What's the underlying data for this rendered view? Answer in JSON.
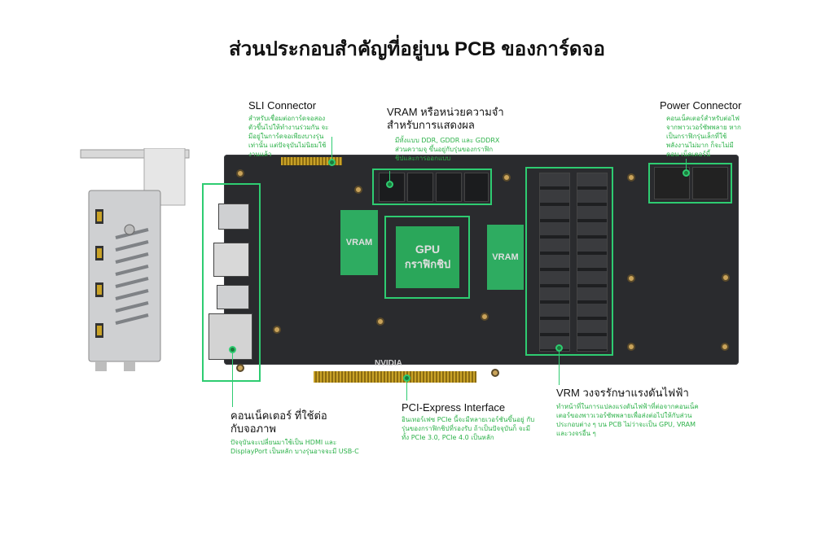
{
  "title": "ส่วนประกอบสำคัญที่อยู่บน PCB ของการ์ดจอ",
  "labels": {
    "sli": {
      "heading": "SLI Connector",
      "desc": "สำหรับเชื่อมต่อการ์ดจอสอง ตัวขึ้นไปให้ทำงานร่วมกัน จะ มีอยู่ในการ์ดจอเพียงบางรุ่น เท่านั้น แต่ปัจจุบันไม่นิยมใช้ งานแล้ว"
    },
    "vram": {
      "heading": "VRAM หรือหน่วยความจำ สำหรับการแสดงผล",
      "desc": "มีทั้งแบบ DDR, GDDR และ GDDRX ส่วนความจุ ขึ้นอยู่กับรุ่นของกราฟิก ชิปและการออกแบบ"
    },
    "power": {
      "heading": "Power Connector",
      "desc": "คอนเน็คเตอร์สำหรับต่อไฟ จากพาวเวอร์ซัพพลาย หาก เป็นกราฟิกรุ่นเล็กที่ใช้ พลังงานไม่มาก ก็จะไม่มีคอน เน็คเตอร์นี้"
    },
    "connector": {
      "heading": "คอนเน็คเตอร์ ที่ใช้ต่อกับจอภาพ",
      "desc": "ปัจจุบันจะเปลี่ยนมาใช้เป็น HDMI และ DisplayPort เป็นหลัก บางรุ่นอาจจะมี USB-C"
    },
    "pcie": {
      "heading": "PCI-Express Interface",
      "desc": "อินเทอร์เฟซ PCIe นี้จะมีหลายเวอร์ชันขึ้นอยู่ กับรุ่นของกราฟิกชิปที่รองรับ ถ้าเป็นปัจจุบันก็ จะมีทั้ง PCIe 3.0, PCIe 4.0 เป็นหลัก"
    },
    "vrm": {
      "heading": "VRM วงจรรักษาแรงดันไฟฟ้า",
      "desc": "ทำหน้าที่ในการแปลงแรงดันไฟฟ้าที่ต่อจากคอนเน็ค เตอร์ของพาวเวอร์ซัพพลายเพื่อส่งต่อไปให้กับส่วน ประกอบต่าง ๆ บน PCB ไม่ว่าจะเป็น GPU, VRAM และวงจรอื่น ๆ"
    }
  },
  "board": {
    "gpu_line1": "GPU",
    "gpu_line2": "กราฟิกชิป",
    "vram_left": "VRAM",
    "vram_right": "VRAM",
    "brand": "NVIDIA"
  },
  "colors": {
    "accent": "#2ecc71",
    "accent_text": "#2db24a",
    "pcb": "#2a2b2e"
  }
}
